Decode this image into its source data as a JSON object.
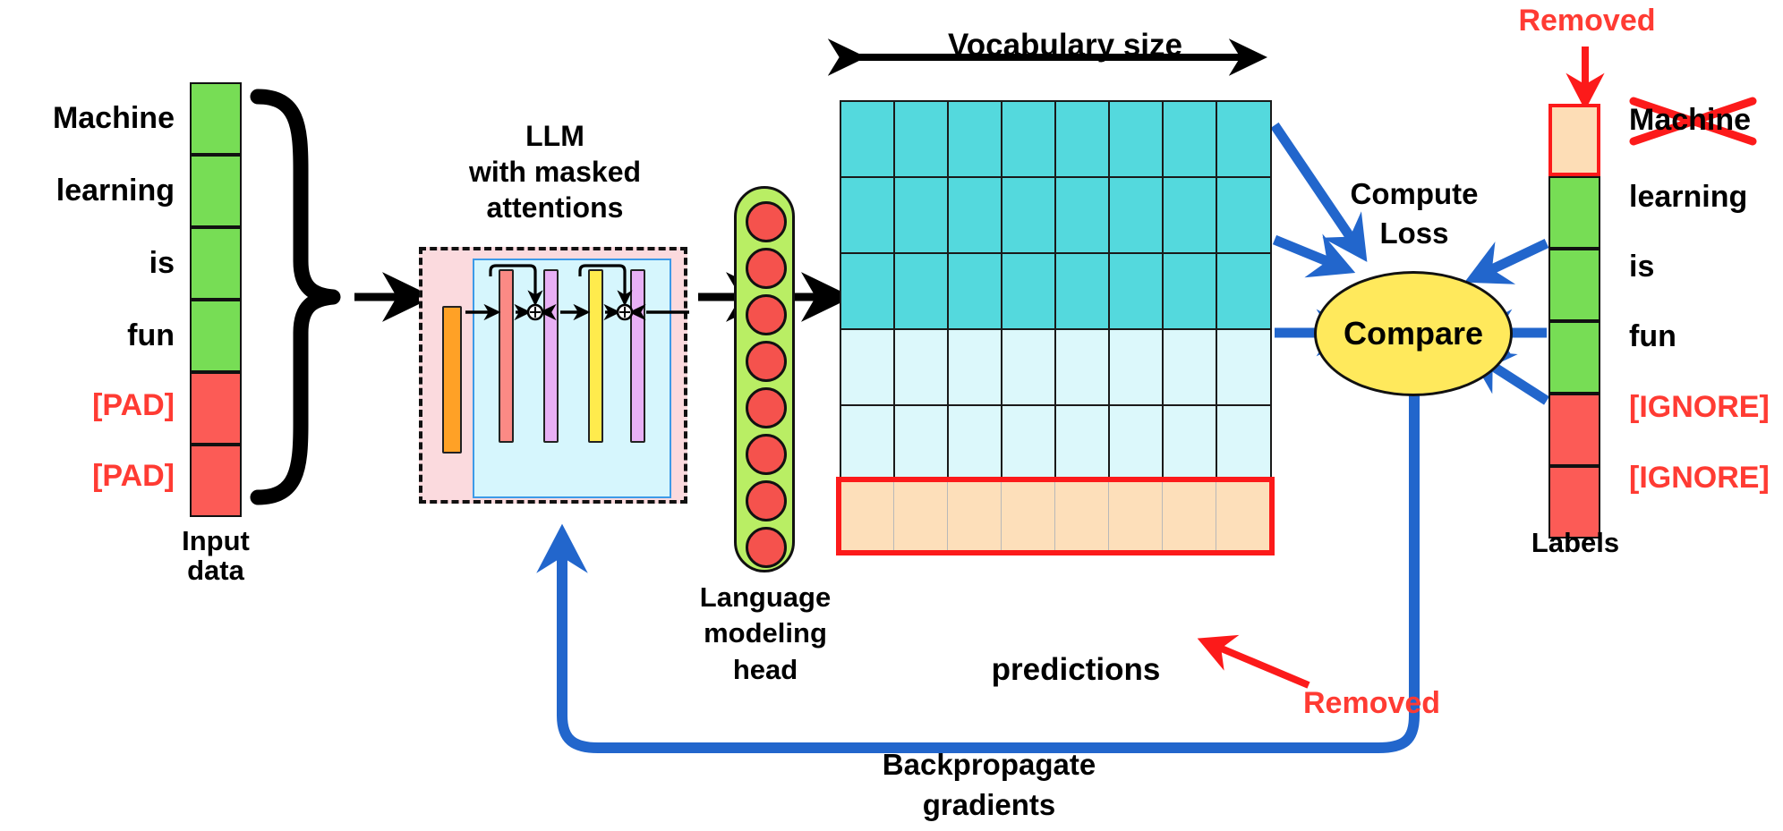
{
  "diagram": {
    "title_llm": [
      "LLM",
      "with masked",
      "attentions"
    ],
    "vocab_label": "Vocabulary size",
    "compute_loss": [
      "Compute",
      "Loss"
    ],
    "compare_label": "Compare",
    "lm_head_label": [
      "Language",
      "modeling",
      "head"
    ],
    "predictions_label": "predictions",
    "removed_top": "Removed",
    "removed_bottom": "Removed",
    "input_label": [
      "Input",
      "data"
    ],
    "labels_label": "Labels",
    "backprop_label": [
      "Backpropagate",
      "gradients"
    ],
    "struck_token": "Machine"
  },
  "input_tokens": [
    {
      "text": "Machine",
      "kind": "word",
      "color": "#77dd55"
    },
    {
      "text": "learning",
      "kind": "word",
      "color": "#77dd55"
    },
    {
      "text": "is",
      "kind": "word",
      "color": "#77dd55"
    },
    {
      "text": "fun",
      "kind": "word",
      "color": "#77dd55"
    },
    {
      "text": "[PAD]",
      "kind": "pad",
      "color": "#fc5b56"
    },
    {
      "text": "[PAD]",
      "kind": "pad",
      "color": "#fc5b56"
    }
  ],
  "label_tokens": [
    {
      "text": "Machine",
      "kind": "removed",
      "color": "#fdddb6"
    },
    {
      "text": "learning",
      "kind": "word",
      "color": "#77dd55"
    },
    {
      "text": "is",
      "kind": "word",
      "color": "#77dd55"
    },
    {
      "text": "fun",
      "kind": "word",
      "color": "#77dd55"
    },
    {
      "text": "[IGNORE]",
      "kind": "ignore",
      "color": "#fc5b56"
    },
    {
      "text": "[IGNORE]",
      "kind": "ignore",
      "color": "#fc5b56"
    }
  ],
  "prediction_grid": {
    "columns": 8,
    "rows": [
      {
        "kind": "active",
        "color": "#54d9dd"
      },
      {
        "kind": "active",
        "color": "#54d9dd"
      },
      {
        "kind": "active",
        "color": "#54d9dd"
      },
      {
        "kind": "masked",
        "color": "#dcf8fb"
      },
      {
        "kind": "masked",
        "color": "#dcf8fb"
      },
      {
        "kind": "removed",
        "color": "#fddfba"
      }
    ]
  },
  "llm_bars": [
    {
      "name": "embedding",
      "color": "#ffa126"
    },
    {
      "name": "attention",
      "color": "#fb8a85"
    },
    {
      "name": "norm-a",
      "color": "#e8b0f5"
    },
    {
      "name": "feedforward",
      "color": "#ffeb4d"
    },
    {
      "name": "norm-b",
      "color": "#e8b0f5"
    }
  ],
  "colors": {
    "green": "#77dd55",
    "red": "#fc5b56",
    "peach": "#fdddb6",
    "cyan_dark": "#54d9dd",
    "cyan_light": "#dcf8fb",
    "yellow": "#ffe95c",
    "blue_arrow": "#2266cc",
    "red_accent": "#ff3b33",
    "black": "#000000"
  }
}
